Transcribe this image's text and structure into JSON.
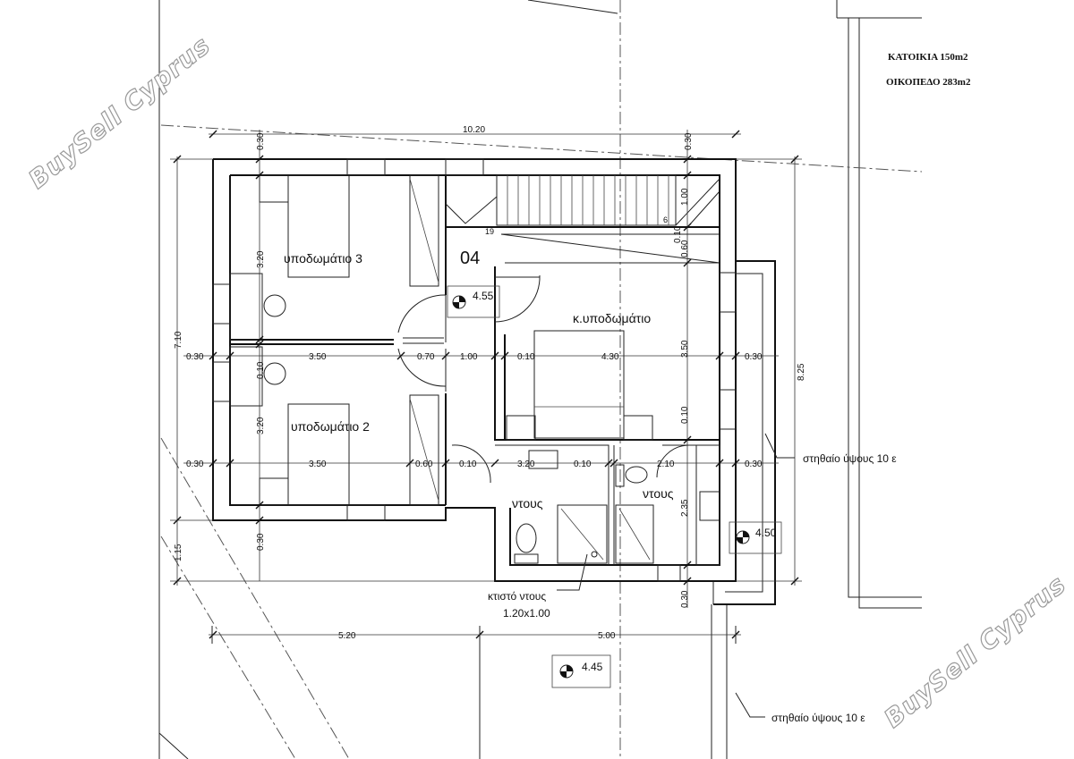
{
  "header": {
    "house_area": "ΚΑΤΟΙΚΙΑ 150m2",
    "plot_area": "ΟΙΚΟΠΕΔΟ 283m2"
  },
  "watermark": {
    "text": "BuySell Cyprus"
  },
  "rooms": {
    "bedroom3": "υποδωμάτιο 3",
    "bedroom2": "υποδωμάτιο 2",
    "master": "κ.υποδωμάτιο",
    "bath1": "ντους",
    "bath2": "ντους",
    "stair_number": "04",
    "stair_step_top": "6",
    "stair_step_bottom": "19"
  },
  "levels": {
    "landing": "4.55",
    "balcony": "4.50",
    "ground": "4.45"
  },
  "notes": {
    "built_shower": "κτιστό ντους",
    "built_shower_size": "1.20x1.00",
    "wall_note_1": "στηθαίο ύψους 10 ε",
    "wall_note_2": "στηθαίο ύψους 10 ε"
  },
  "dimensions": {
    "top_total": "10.20",
    "top_wall_left": "0.30",
    "top_wall_right": "0.30",
    "left_total": "7.10",
    "left_lower": "1.15",
    "right_total": "8.25",
    "b3_height": "3.20",
    "b2_height": "3.20",
    "mid_wall": "0.10",
    "bottom_wall_left": "0.30",
    "stair_depth": "1.00",
    "landing_wall_a": "0.10",
    "landing_wall_b": "0.60",
    "master_height": "3.50",
    "master_wall": "0.10",
    "bath2_height": "2.35",
    "bottom_wall_right": "0.30",
    "row1_wall_l": "0.30",
    "row1_b3_width": "3.50",
    "row1_door": "0.70",
    "row1_hall": "1.00",
    "row1_wall_m": "0.10",
    "row1_master_width": "4.30",
    "row1_wall_r": "0.30",
    "row2_wall_l": "0.30",
    "row2_b2_width": "3.50",
    "row2_a": "0.60",
    "row2_b": "0.10",
    "row2_bath_width": "3.20",
    "row2_c": "0.10",
    "row2_bath2_width": "2.10",
    "row2_wall_r": "0.30",
    "bottom_left": "5.20",
    "bottom_right": "5.00"
  }
}
